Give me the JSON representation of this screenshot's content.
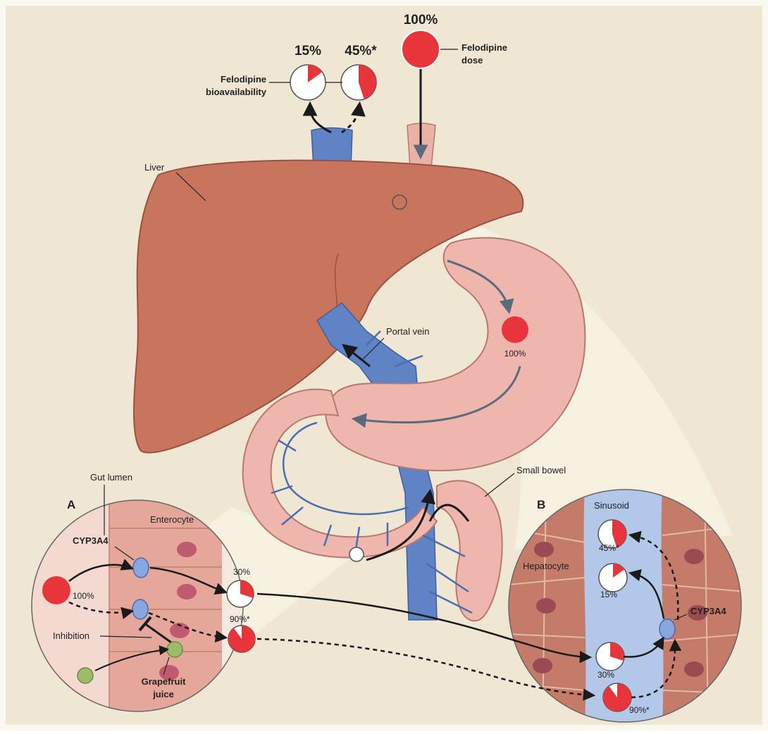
{
  "top": {
    "dose_pct": "100%",
    "dose_label_1": "Felodipine",
    "dose_label_2": "dose",
    "bio_pct_1": "15%",
    "bio_pct_2": "45%*",
    "bio_label_1": "Felodipine",
    "bio_label_2": "bioavailability"
  },
  "anatomy": {
    "liver": "Liver",
    "portal_vein": "Portal vein",
    "stomach_pct": "100%",
    "small_bowel": "Small bowel"
  },
  "panel_a": {
    "letter": "A",
    "gut_lumen": "Gut lumen",
    "enterocyte": "Enterocyte",
    "cyp": "CYP3A4",
    "dose_pct": "100%",
    "pct_30": "30%",
    "pct_90": "90%*",
    "inhibition": "Inhibition",
    "grapefruit_1": "Grapefruit",
    "grapefruit_2": "juice"
  },
  "panel_b": {
    "letter": "B",
    "sinusoid": "Sinusoid",
    "hepatocyte": "Hepatocyte",
    "cyp": "CYP3A4",
    "pct_45": "45%*",
    "pct_15": "15%",
    "pct_30": "30%",
    "pct_90": "90%*"
  },
  "pies": {
    "bio_1": 0.15,
    "bio_2": 0.45,
    "a_30": 0.3,
    "a_90": 0.9,
    "b_45": 0.45,
    "b_15": 0.15,
    "b_30": 0.3,
    "b_90": 0.9
  },
  "colors": {
    "drug_red": "#e8353c",
    "vein_blue": "#5f83c4",
    "liver": "#c9745c",
    "stomach": "#efb6ad",
    "background": "#efe6d4"
  }
}
